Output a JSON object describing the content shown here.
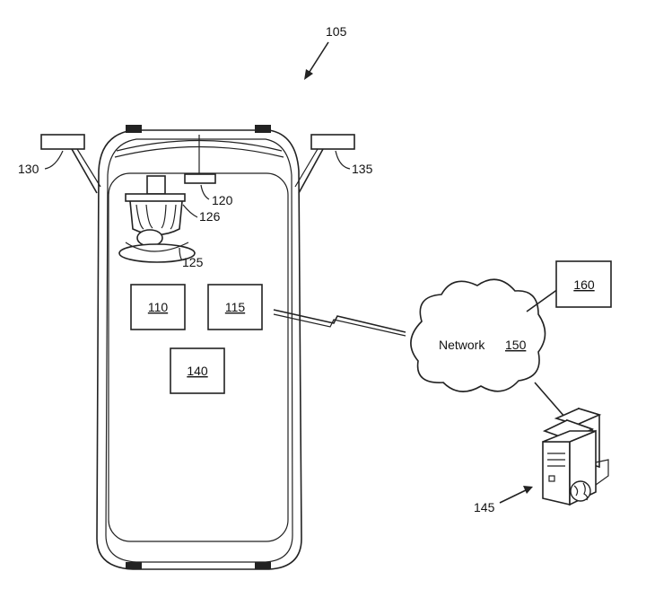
{
  "figure": {
    "ref_main": "105",
    "nodes": {
      "block_110": "110",
      "block_115": "115",
      "block_140": "140",
      "block_160": "160",
      "sensor_120": "120",
      "device_126": "126",
      "device_125": "125",
      "light_130": "130",
      "light_135": "135",
      "server_145": "145"
    },
    "network": {
      "label": "Network",
      "ref": "150"
    }
  }
}
